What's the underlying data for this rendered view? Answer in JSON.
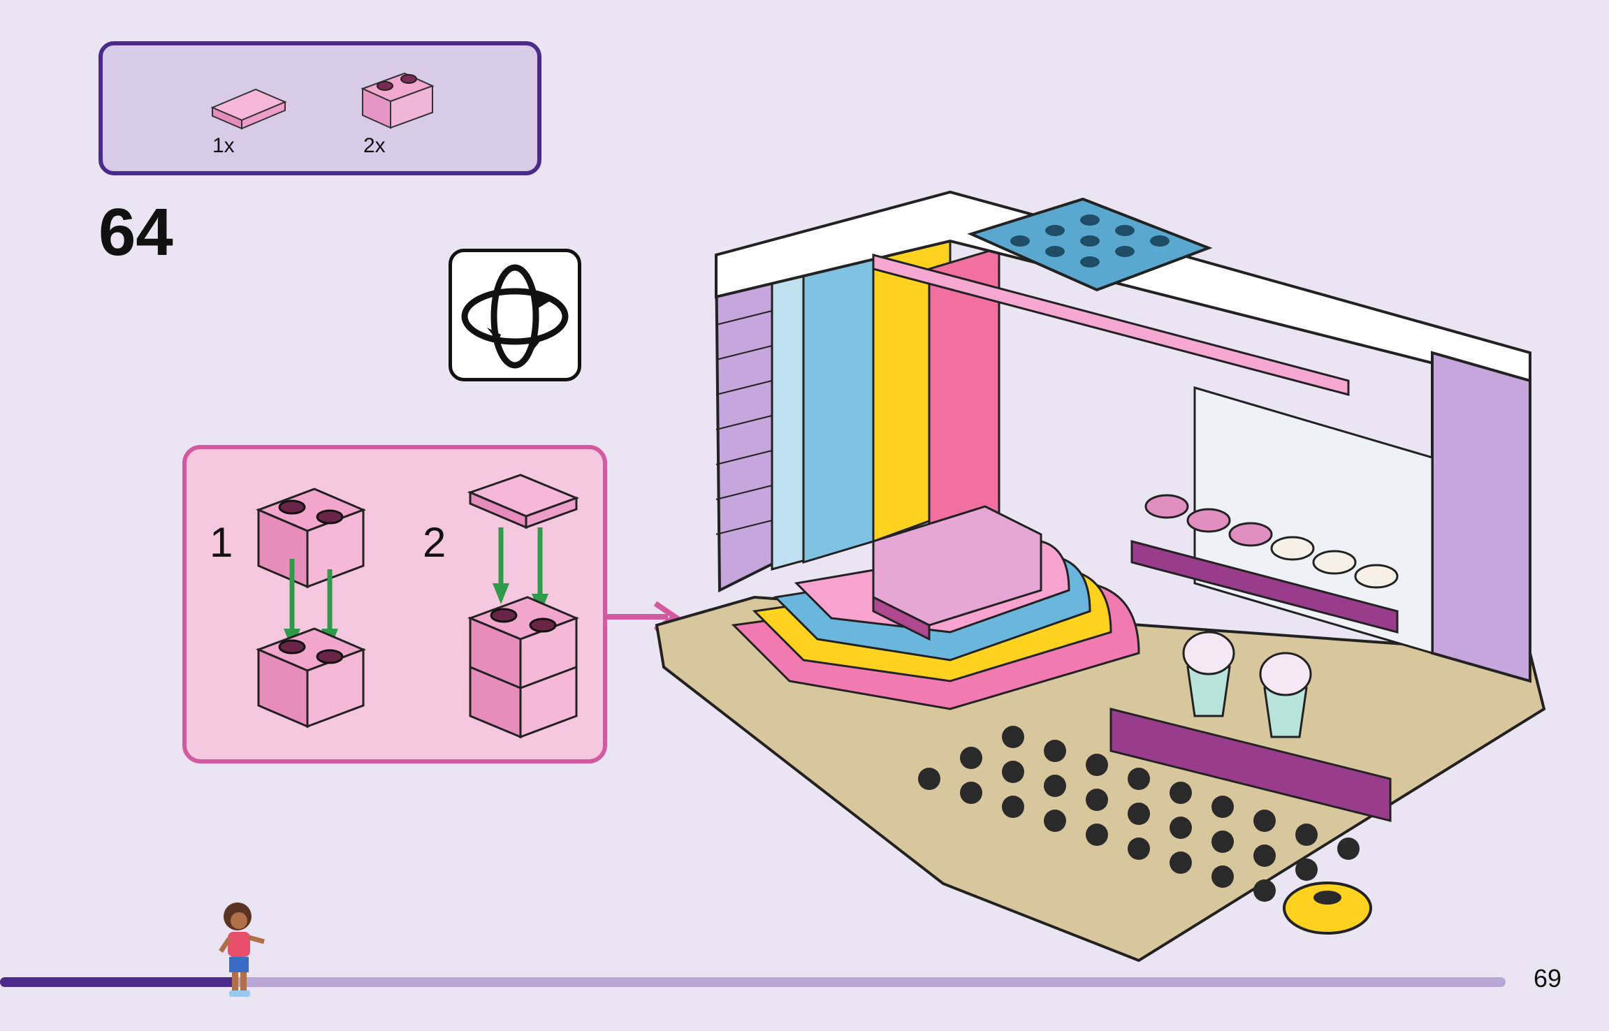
{
  "parts_list": {
    "items": [
      {
        "name": "pink-tile-1x2",
        "qty": "1x"
      },
      {
        "name": "trans-pink-brick-1x2",
        "qty": "2x"
      }
    ]
  },
  "step": {
    "number": "64"
  },
  "subassembly": {
    "steps": [
      {
        "label": "1"
      },
      {
        "label": "2"
      }
    ]
  },
  "colors": {
    "background": "#ebe4f2",
    "parts_border": "#4a2a8a",
    "subassembly_border": "#d45aa0",
    "arrow": "#2e9a4a"
  },
  "progress": {
    "fraction": 0.156
  },
  "page": {
    "number": "69"
  }
}
